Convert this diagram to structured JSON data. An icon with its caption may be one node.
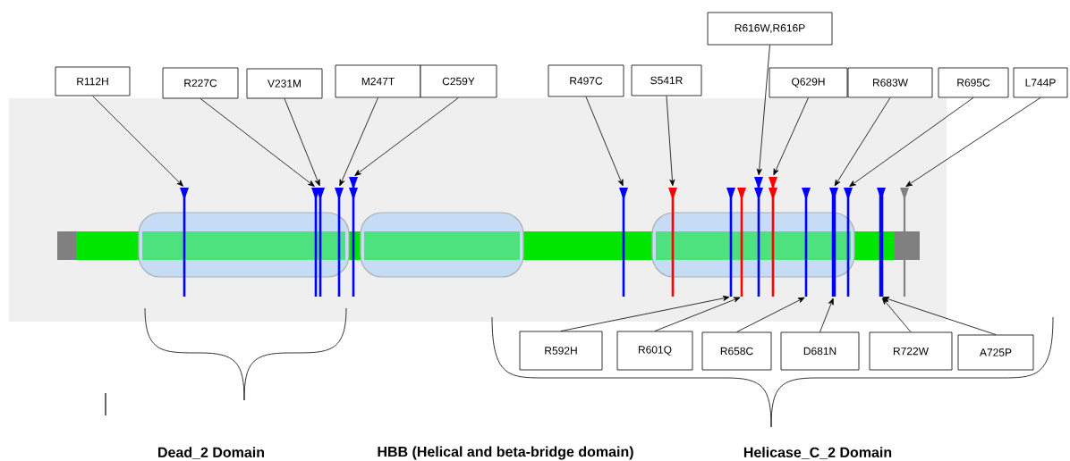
{
  "diagram": {
    "nodes": [
      {
        "text": [
          "R112H"
        ]
      },
      {
        "text": [
          "R227C"
        ]
      },
      {
        "text": [
          "V231M"
        ]
      },
      {
        "text": [
          "M247T"
        ]
      },
      {
        "text": [
          "C259Y"
        ]
      },
      {
        "text": [
          "R497C"
        ]
      },
      {
        "text": [
          "S541R"
        ]
      },
      {
        "text": [
          "R616W,R616P"
        ]
      },
      {
        "text": [
          "Q629H"
        ]
      },
      {
        "text": [
          "R683W"
        ]
      },
      {
        "text": [
          "R695C"
        ]
      },
      {
        "text": [
          "L744P"
        ]
      },
      {
        "text": [
          "R592H"
        ]
      },
      {
        "text": [
          "R601Q"
        ]
      },
      {
        "text": [
          "R658C"
        ]
      },
      {
        "text": [
          "D681N"
        ]
      },
      {
        "text": [
          "R722W"
        ]
      },
      {
        "text": [
          "A725P"
        ]
      },
      {
        "text": [],
        "shape": "bar"
      },
      {
        "text": [],
        "shape": "bar"
      },
      {
        "text": [],
        "shape": "bar"
      },
      {
        "text": [],
        "shape": "bar"
      },
      {
        "text": [],
        "shape": "bar"
      },
      {
        "text": [],
        "shape": "bar"
      },
      {
        "text": [],
        "shape": "bar"
      },
      {
        "text": [],
        "shape": "bar"
      },
      {
        "text": [],
        "shape": "bar"
      },
      {
        "text": [],
        "shape": "bar"
      },
      {
        "text": [],
        "shape": "bar"
      },
      {
        "text": [],
        "shape": "bar"
      },
      {
        "text": [],
        "shape": "bar"
      },
      {
        "text": [],
        "shape": "bar"
      },
      {
        "text": [],
        "shape": "bar"
      },
      {
        "text": [],
        "shape": "bar"
      }
    ],
    "edges": [
      {
        "from": 0,
        "to": 18,
        "arrow": "to"
      },
      {
        "from": 1,
        "to": 19,
        "arrow": "to"
      },
      {
        "from": 2,
        "to": 20,
        "arrow": "to"
      },
      {
        "from": 3,
        "to": 21,
        "arrow": "to"
      },
      {
        "from": 4,
        "to": 22,
        "arrow": "to"
      },
      {
        "from": 5,
        "to": 23,
        "arrow": "to"
      },
      {
        "from": 6,
        "to": 24,
        "arrow": "to"
      },
      {
        "from": 7,
        "to": 27,
        "arrow": "to"
      },
      {
        "from": 8,
        "to": 28,
        "arrow": "to"
      },
      {
        "from": 9,
        "to": 30,
        "arrow": "to"
      },
      {
        "from": 10,
        "to": 31,
        "arrow": "to"
      },
      {
        "from": 11,
        "to": 33,
        "arrow": "to"
      },
      {
        "from": 12,
        "to": 25,
        "arrow": "to"
      },
      {
        "from": 13,
        "to": 26,
        "arrow": "to"
      },
      {
        "from": 14,
        "to": 29,
        "arrow": "to"
      },
      {
        "from": 15,
        "to": 30,
        "arrow": "to"
      },
      {
        "from": 16,
        "to": 32,
        "arrow": "to"
      },
      {
        "from": 17,
        "to": 32,
        "arrow": "to"
      }
    ],
    "labels": [
      "Dead_2 Domain",
      "HBB (Helical and beta-bridge domain)",
      "Helicase_C_2 Domain"
    ]
  }
}
